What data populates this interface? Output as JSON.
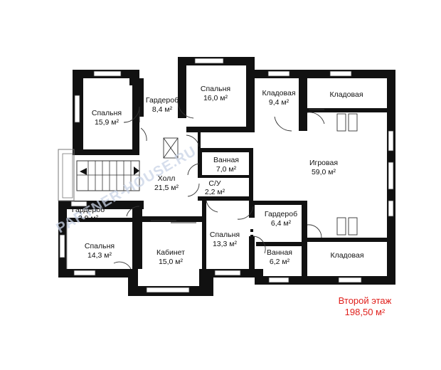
{
  "plan": {
    "watermark": "PARTNER-HOUSE.RU",
    "caption": {
      "title": "Второй этаж",
      "area": "198,50 м²"
    },
    "rooms": [
      {
        "id": "bedroom-nw",
        "name": "Спальня",
        "area": "15,9 м²"
      },
      {
        "id": "wardrobe-n",
        "name": "Гардероб",
        "area": "8,4 м²"
      },
      {
        "id": "bedroom-n",
        "name": "Спальня",
        "area": "16,0 м²"
      },
      {
        "id": "pantry-n",
        "name": "Кладовая",
        "area": "9,4 м²"
      },
      {
        "id": "pantry-ne",
        "name": "Кладовая",
        "area": ""
      },
      {
        "id": "hall",
        "name": "Холл",
        "area": "21,5 м²"
      },
      {
        "id": "bathroom-center",
        "name": "Ванная",
        "area": "7,0 м²"
      },
      {
        "id": "wc",
        "name": "С/У",
        "area": "2,2 м²"
      },
      {
        "id": "playroom",
        "name": "Игровая",
        "area": "59,0 м²"
      },
      {
        "id": "wardrobe-sw",
        "name": "Гардероб",
        "area": "3,9 м²"
      },
      {
        "id": "bedroom-sw",
        "name": "Спальня",
        "area": "14,3 м²"
      },
      {
        "id": "study",
        "name": "Кабинет",
        "area": "15,0 м²"
      },
      {
        "id": "bedroom-s",
        "name": "Спальня",
        "area": "13,3 м²"
      },
      {
        "id": "wardrobe-se",
        "name": "Гардероб",
        "area": "6,4 м²"
      },
      {
        "id": "bathroom-se",
        "name": "Ванная",
        "area": "6,2 м²"
      },
      {
        "id": "pantry-se",
        "name": "Кладовая",
        "area": ""
      }
    ]
  }
}
